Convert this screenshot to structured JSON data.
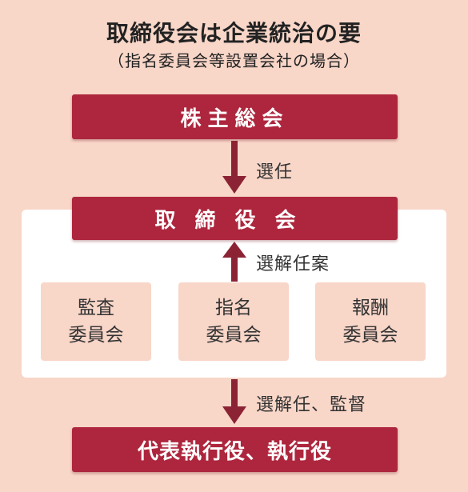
{
  "title": "取締役会は企業統治の要",
  "subtitle": "（指名委員会等設置会社の場合）",
  "nodes": {
    "shareholders": "株主総会",
    "board": "取締役会",
    "executives": "代表執行役、執行役"
  },
  "committees": {
    "audit": "監査\n委員会",
    "nomination": "指名\n委員会",
    "compensation": "報酬\n委員会"
  },
  "edges": {
    "shareholders_to_board": "選任",
    "nomination_to_board": "選解任案",
    "board_to_executives": "選解任、監督"
  },
  "colors": {
    "background": "#f8d6c8",
    "accent": "#ad263d",
    "panel": "#ffffff",
    "arrow": "#8c2334"
  }
}
